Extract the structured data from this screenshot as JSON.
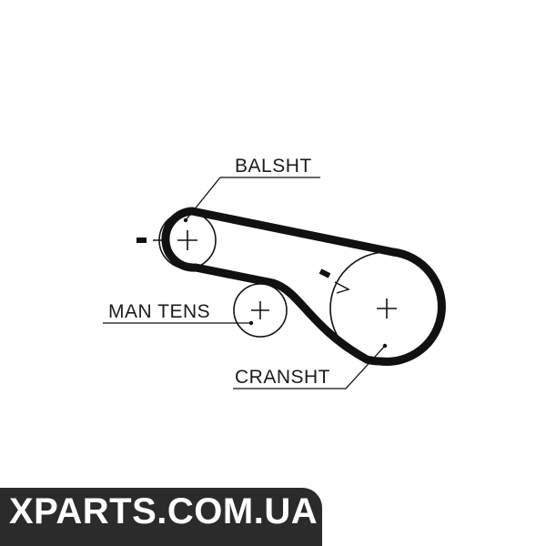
{
  "diagram": {
    "pulleys": [
      {
        "id": "balsht",
        "label": "BALSHT"
      },
      {
        "id": "man_tens",
        "label": "MAN TENS"
      },
      {
        "id": "cransht",
        "label": "CRANSHT"
      }
    ],
    "rotation_marks": [
      "-",
      "-"
    ],
    "line_color": "#111111"
  },
  "watermark": {
    "text": "XPARTS.COM.UA",
    "bg_color": "#2b2b2b",
    "text_color": "#ffffff"
  }
}
